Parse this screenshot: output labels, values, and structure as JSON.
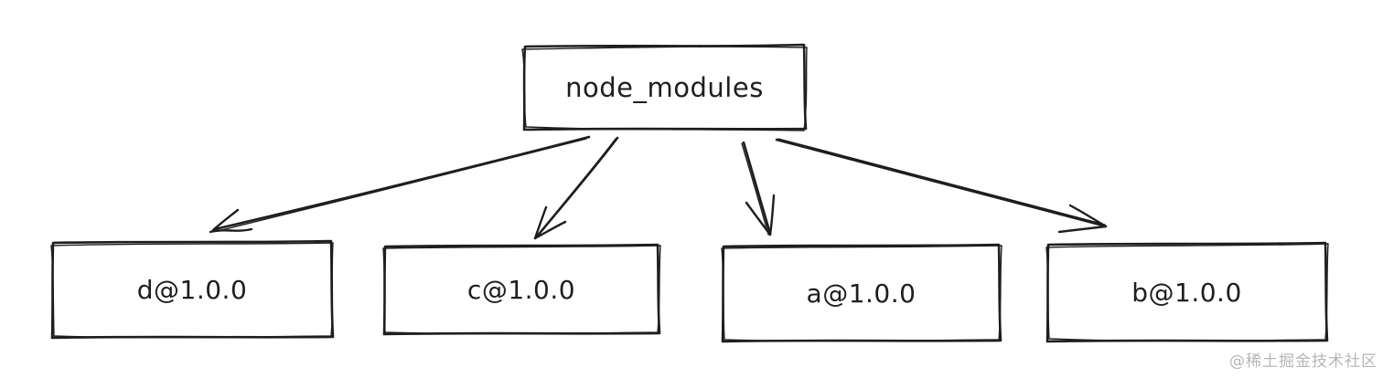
{
  "diagram": {
    "root": {
      "label": "node_modules"
    },
    "children": [
      {
        "id": "d",
        "label": "d@1.0.0"
      },
      {
        "id": "c",
        "label": "c@1.0.0"
      },
      {
        "id": "a",
        "label": "a@1.0.0"
      },
      {
        "id": "b",
        "label": "b@1.0.0"
      }
    ],
    "edges": [
      {
        "from": "node_modules",
        "to": "d@1.0.0"
      },
      {
        "from": "node_modules",
        "to": "c@1.0.0"
      },
      {
        "from": "node_modules",
        "to": "a@1.0.0"
      },
      {
        "from": "node_modules",
        "to": "b@1.0.0"
      }
    ]
  },
  "watermark": {
    "text": "@稀土掘金技术社区"
  },
  "colors": {
    "stroke": "#1e1e1e",
    "background": "#ffffff",
    "watermark_text": "#b6b6b6"
  }
}
